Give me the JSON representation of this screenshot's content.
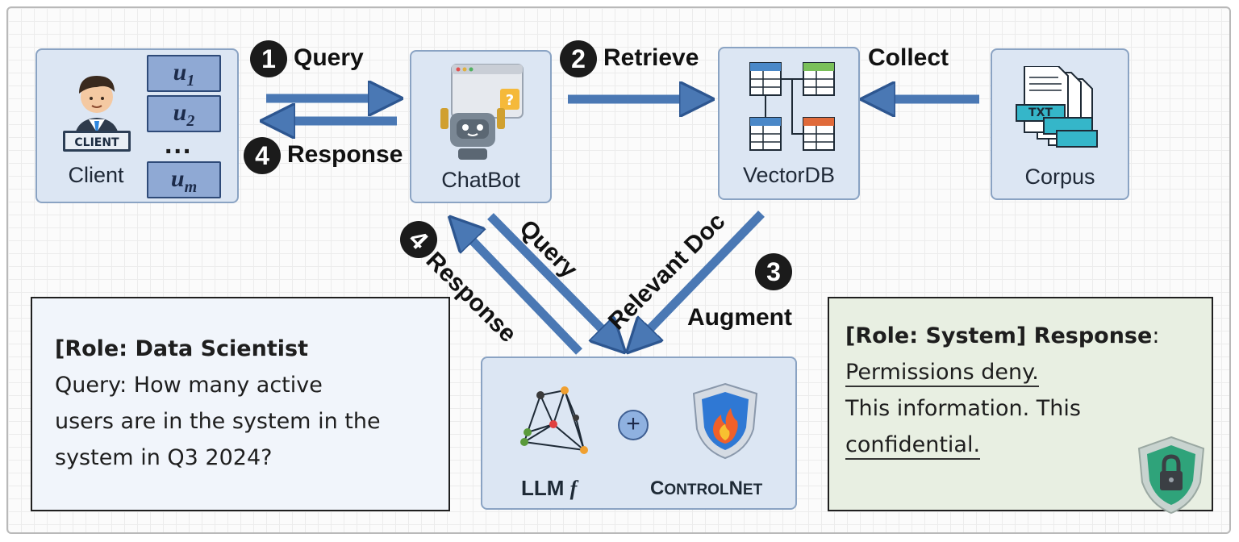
{
  "nodes": {
    "client": {
      "label": "Client",
      "user_prefix": "u",
      "user_subscripts": [
        "1",
        "2",
        "m"
      ],
      "ellipsis": "..."
    },
    "chatbot": {
      "label": "ChatBot"
    },
    "vectordb": {
      "label": "VectorDB"
    },
    "corpus": {
      "label": "Corpus",
      "file_tag": "TXT"
    },
    "llm": {
      "label": "LLM",
      "symbol": "f",
      "plus": "+",
      "controlnet": {
        "big1": "C",
        "small1": "ONTROL",
        "big2": "N",
        "small2": "ET"
      }
    }
  },
  "steps": {
    "s1": {
      "num": "1",
      "label": "Query"
    },
    "s2": {
      "num": "2",
      "label": "Retrieve"
    },
    "s3": {
      "num": "3",
      "label": "Augment"
    },
    "s4": {
      "num": "4",
      "label": "Response"
    },
    "collect": "Collect",
    "diag_query": "Query",
    "diag_relevant": "Relevant Doc",
    "diag_response": "Response"
  },
  "query_box": {
    "role_line": "[Role: Data Scientist",
    "lines": [
      "Query: How many active",
      "users are in the system in the",
      "system in Q3 2024?"
    ]
  },
  "response_box": {
    "role_line": "[Role: System] Response",
    "colon": ":",
    "line1": "Permissions deny.",
    "line2": "This information. This",
    "line3": "confidential."
  },
  "colors": {
    "box_fill": "#dce6f3",
    "box_border": "#8aa3c3",
    "arrow": "#4a78b4",
    "response_fill": "#e8efe2"
  }
}
